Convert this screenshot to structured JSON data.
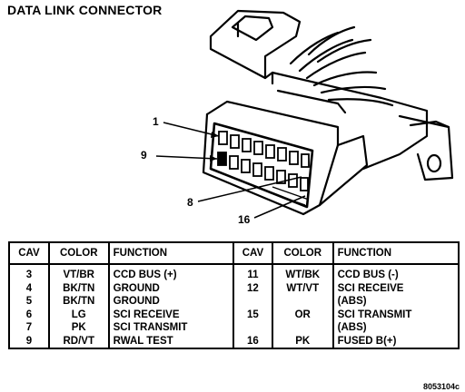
{
  "title": "DATA LINK CONNECTOR",
  "callouts": {
    "pin1": "1",
    "pin9": "9",
    "pin8": "8",
    "pin16": "16"
  },
  "table": {
    "headers": [
      "CAV",
      "COLOR",
      "FUNCTION",
      "CAV",
      "COLOR",
      "FUNCTION"
    ],
    "rows": [
      [
        "3",
        "VT/BR",
        "CCD BUS (+)",
        "11",
        "WT/BK",
        "CCD BUS (-)"
      ],
      [
        "4",
        "BK/TN",
        "GROUND",
        "12",
        "WT/VT",
        "SCI RECEIVE"
      ],
      [
        "5",
        "BK/TN",
        "GROUND",
        "",
        "",
        "(ABS)"
      ],
      [
        "6",
        "LG",
        "SCI RECEIVE",
        "15",
        "OR",
        "SCI TRANSMIT"
      ],
      [
        "7",
        "PK",
        "SCI TRANSMIT",
        "",
        "",
        "(ABS)"
      ],
      [
        "9",
        "RD/VT",
        "RWAL TEST",
        "16",
        "PK",
        "FUSED B(+)"
      ]
    ]
  },
  "figure_code": "8053104c"
}
